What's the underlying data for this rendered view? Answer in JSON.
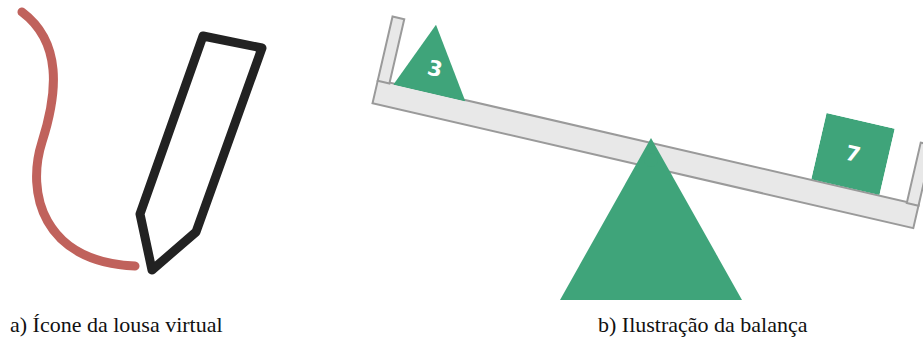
{
  "diagram": {
    "nodes": [
      {
        "text": [
          "3"
        ]
      },
      {
        "text": [
          "7"
        ]
      }
    ],
    "labels": [
      "a) Ícone da lousa virtual",
      "b) Ilustração da balança"
    ]
  }
}
